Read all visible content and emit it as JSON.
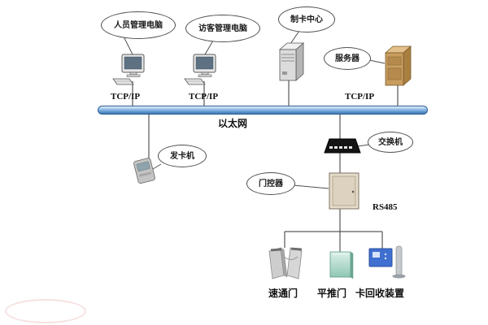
{
  "callouts": {
    "personnel_pc": "人员管理电脑",
    "visitor_pc": "访客管理电脑",
    "card_center": "制卡中心",
    "server": "服务器",
    "card_issuer": "发卡机",
    "switch": "交换机",
    "door_controller": "门控器"
  },
  "labels": {
    "tcpip_1": "TCP/IP",
    "tcpip_2": "TCP/IP",
    "tcpip_3": "TCP/IP",
    "ethernet": "以太网",
    "rs485": "RS485",
    "speed_gate": "速通门",
    "sliding_door": "平推门",
    "card_collector": "卡回收装置"
  },
  "colors": {
    "ethernet_bar": "#3a77b4",
    "connector_line": "#333333",
    "switch_body": "#141414",
    "server_box": "#c89d5f",
    "controller_box": "#e6dccb",
    "door_panel": "#8fc7b4",
    "collector_panel": "#3f6fd0"
  }
}
